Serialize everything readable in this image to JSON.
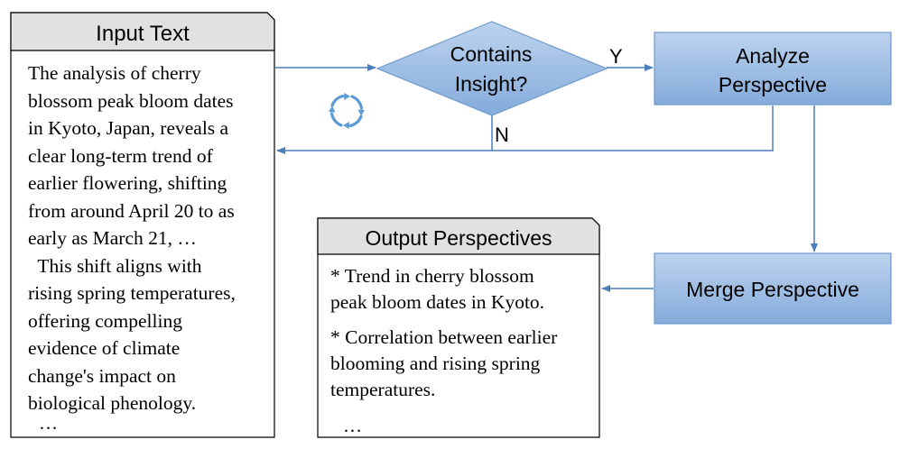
{
  "input_panel": {
    "title": "Input Text",
    "lines": [
      "The analysis of cherry",
      "blossom peak bloom dates",
      "in Kyoto, Japan, reveals a",
      "clear long-term trend of",
      "earlier flowering, shifting",
      "from around April 20 to as",
      "early as March 21, …",
      "  This shift aligns with",
      "rising spring temperatures,",
      "offering compelling",
      "evidence of climate",
      "change's impact on",
      "biological phenology."
    ],
    "ellipsis": "…"
  },
  "decision": {
    "line1": "Contains",
    "line2": "Insight?",
    "yes_label": "Y",
    "no_label": "N"
  },
  "analyze_box": {
    "line1": "Analyze",
    "line2": "Perspective"
  },
  "merge_box": {
    "label": "Merge Perspective"
  },
  "output_panel": {
    "title": "Output Perspectives",
    "item1_line1": "* Trend in cherry blossom",
    "item1_line2": "peak bloom dates in Kyoto.",
    "item2_line1": "* Correlation between earlier",
    "item2_line2": "blooming and rising spring",
    "item2_line3": "temperatures.",
    "ellipsis": "…"
  },
  "colors": {
    "process_fill_top": "#bdd3ee",
    "process_fill_bottom": "#84abdb",
    "process_stroke": "#6e98cc",
    "arrow": "#4a7ebb",
    "title_bar": "#e1e1e1",
    "icon": "#5b9bd5"
  },
  "icons": {
    "loop": "refresh-cycle-icon"
  }
}
